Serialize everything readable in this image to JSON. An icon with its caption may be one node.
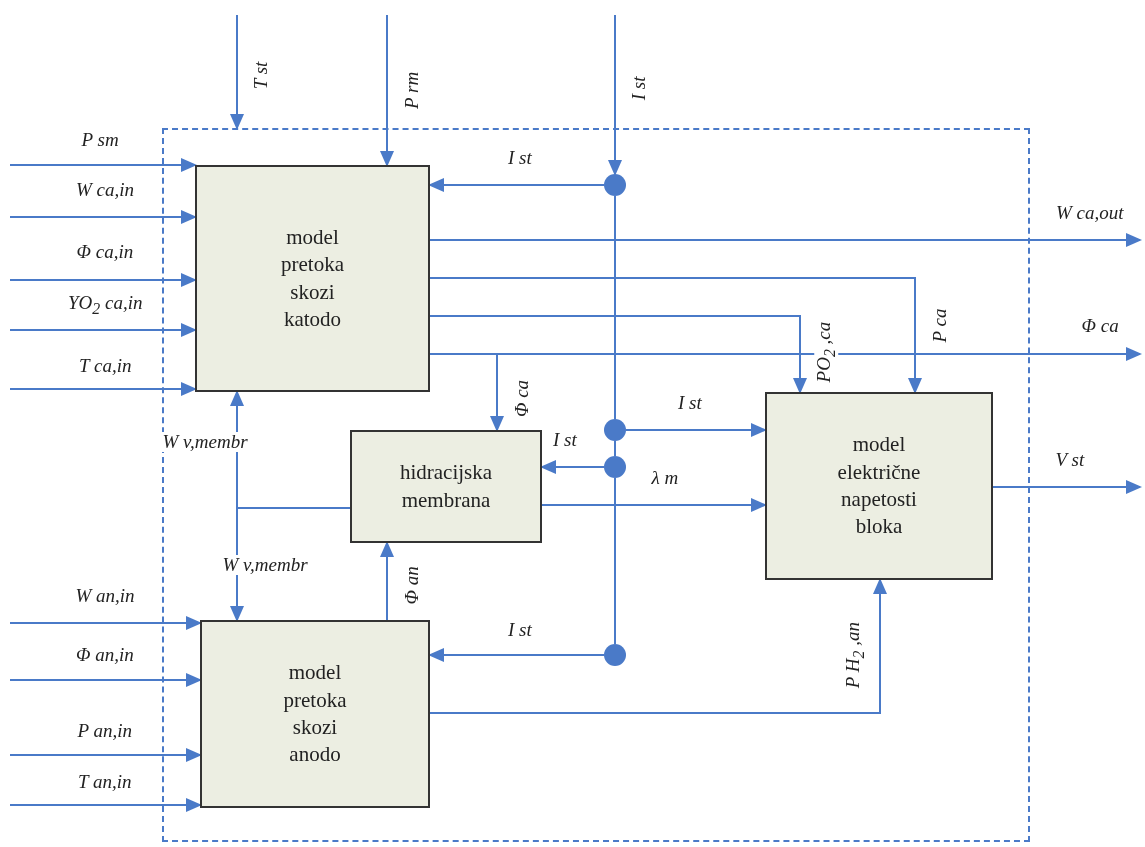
{
  "diagram": {
    "nodes": [
      {
        "text": [],
        "shape": "box"
      },
      {
        "text": [
          "model pretoka skozi katodo"
        ],
        "in": 0
      },
      {
        "text": [
          "hidracijska membrana"
        ],
        "in": 0
      },
      {
        "text": [
          "model električne napetosti bloka"
        ],
        "in": 0
      },
      {
        "text": [
          "model pretoka skozi anodo"
        ],
        "in": 0
      },
      {
        "text": [],
        "shape": "circle",
        "in": 0
      },
      {
        "text": [],
        "shape": "circle",
        "in": 0
      },
      {
        "text": [],
        "shape": "circle",
        "in": 0
      },
      {
        "text": [],
        "shape": "circle",
        "in": 0
      }
    ],
    "edges": [
      {
        "from": null,
        "to": 0,
        "arrow": "to",
        "label": "T st"
      },
      {
        "from": null,
        "to": 1,
        "arrow": "to",
        "label": "P rm"
      },
      {
        "from": null,
        "to": 5,
        "arrow": "to",
        "label": "I st"
      },
      {
        "from": null,
        "to": 1,
        "arrow": "to",
        "label": "P sm"
      },
      {
        "from": null,
        "to": 1,
        "arrow": "to",
        "label": "W ca,in"
      },
      {
        "from": null,
        "to": 1,
        "arrow": "to",
        "label": "Φ ca,in"
      },
      {
        "from": null,
        "to": 1,
        "arrow": "to",
        "label": "YO$_{2}$ ca,in"
      },
      {
        "from": null,
        "to": 1,
        "arrow": "to",
        "label": "T ca,in"
      },
      {
        "from": null,
        "to": 4,
        "arrow": "to",
        "label": "W an,in"
      },
      {
        "from": null,
        "to": 4,
        "arrow": "to",
        "label": "Φ an,in"
      },
      {
        "from": null,
        "to": 4,
        "arrow": "to",
        "label": "P an,in"
      },
      {
        "from": null,
        "to": 4,
        "arrow": "to",
        "label": "T an,in"
      },
      {
        "from": 1,
        "to": null,
        "arrow": "to",
        "label": "W ca,out"
      },
      {
        "from": 1,
        "to": 3,
        "arrow": "to",
        "label": "P ca"
      },
      {
        "from": 1,
        "to": 3,
        "arrow": "to",
        "label": "PO$_{2}$ ,ca"
      },
      {
        "from": 1,
        "to": null,
        "arrow": "to",
        "label": "Φ ca"
      },
      {
        "from": 1,
        "to": 2,
        "arrow": "to",
        "label": "Φ ca"
      },
      {
        "from": 5,
        "to": 1,
        "arrow": "to",
        "label": "I st"
      },
      {
        "from": 5,
        "to": 6,
        "arrow": "none"
      },
      {
        "from": 6,
        "to": 7,
        "arrow": "none"
      },
      {
        "from": 7,
        "to": 8,
        "arrow": "none"
      },
      {
        "from": 6,
        "to": 3,
        "arrow": "to",
        "label": "I st"
      },
      {
        "from": 7,
        "to": 2,
        "arrow": "to",
        "label": "I st"
      },
      {
        "from": 2,
        "to": 3,
        "arrow": "to",
        "label": "λ m"
      },
      {
        "from": 2,
        "to": 1,
        "arrow": "to",
        "label": "W v,membr"
      },
      {
        "from": 2,
        "to": 4,
        "arrow": "to",
        "label": "W v,membr"
      },
      {
        "from": 4,
        "to": 2,
        "arrow": "to",
        "label": "Φ an"
      },
      {
        "from": 8,
        "to": 4,
        "arrow": "to",
        "label": "I st"
      },
      {
        "from": 4,
        "to": 3,
        "arrow": "to",
        "label": "P H$_{2}$ ,an"
      },
      {
        "from": 3,
        "to": null,
        "arrow": "to",
        "label": "V st"
      }
    ]
  }
}
